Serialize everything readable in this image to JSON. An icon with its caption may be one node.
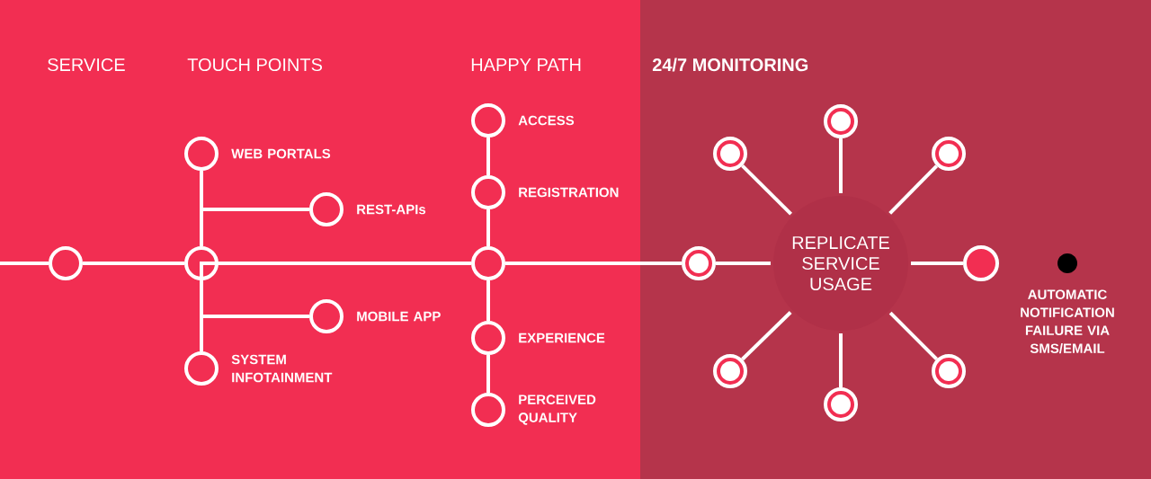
{
  "diagram": {
    "nodes": [
      {
        "text": [],
        "shape": "circle"
      },
      {
        "text": [],
        "shape": "circle"
      },
      {
        "text": [],
        "shape": "circle",
        "beside": [
          "WEB PORTALS"
        ]
      },
      {
        "text": [],
        "shape": "circle",
        "beside": [
          "REST-APIs"
        ]
      },
      {
        "text": [],
        "shape": "circle",
        "beside": [
          "MOBILE APP"
        ]
      },
      {
        "text": [],
        "shape": "circle",
        "beside": [
          "SYSTEM INFOTAINMENT"
        ]
      },
      {
        "text": [],
        "shape": "circle",
        "beside": [
          "ACCESS"
        ]
      },
      {
        "text": [],
        "shape": "circle",
        "beside": [
          "REGISTRATION"
        ]
      },
      {
        "text": [],
        "shape": "circle"
      },
      {
        "text": [],
        "shape": "circle",
        "beside": [
          "EXPERIENCE"
        ]
      },
      {
        "text": [],
        "shape": "circle",
        "beside": [
          "PERCEIVED QUALITY"
        ]
      },
      {
        "text": [],
        "shape": "circle"
      },
      {
        "text": [
          "REPLICATE SERVICE USAGE"
        ]
      },
      {
        "text": [],
        "shape": "circle"
      },
      {
        "text": [],
        "shape": "circle"
      },
      {
        "text": [],
        "shape": "circle"
      },
      {
        "text": [],
        "shape": "circle"
      },
      {
        "text": [],
        "shape": "circle"
      },
      {
        "text": [],
        "shape": "circle"
      },
      {
        "text": [],
        "shape": "circle"
      },
      {
        "text": [],
        "shape": "circle",
        "beside": [
          "AUTOMATIC NOTIFICATION FAILURE VIA SMS/EMAIL"
        ]
      }
    ],
    "edges": [
      {
        "from": null,
        "to": 0,
        "arrow": "none"
      },
      {
        "from": 0,
        "to": 1,
        "arrow": "none"
      },
      {
        "from": 1,
        "to": 8,
        "arrow": "none"
      },
      {
        "from": 8,
        "to": 11,
        "arrow": "none"
      },
      {
        "from": 11,
        "to": 12,
        "arrow": "none"
      },
      {
        "from": 1,
        "to": 2,
        "arrow": "none"
      },
      {
        "from": 1,
        "to": 3,
        "arrow": "none"
      },
      {
        "from": 1,
        "to": 4,
        "arrow": "none"
      },
      {
        "from": 1,
        "to": 5,
        "arrow": "none"
      },
      {
        "from": 6,
        "to": 7,
        "arrow": "none"
      },
      {
        "from": 7,
        "to": 8,
        "arrow": "none"
      },
      {
        "from": 8,
        "to": 9,
        "arrow": "none"
      },
      {
        "from": 9,
        "to": 10,
        "arrow": "none"
      },
      {
        "from": 12,
        "to": 13,
        "arrow": "none"
      },
      {
        "from": 12,
        "to": 14,
        "arrow": "none"
      },
      {
        "from": 12,
        "to": 15,
        "arrow": "none"
      },
      {
        "from": 12,
        "to": 16,
        "arrow": "none"
      },
      {
        "from": 12,
        "to": 17,
        "arrow": "none"
      },
      {
        "from": 12,
        "to": 18,
        "arrow": "none"
      },
      {
        "from": 12,
        "to": 19,
        "arrow": "none"
      }
    ],
    "labels": [
      "SERVICE",
      "TOUCH POINTS",
      "HAPPY PATH",
      "24/7 MONITORING"
    ]
  }
}
